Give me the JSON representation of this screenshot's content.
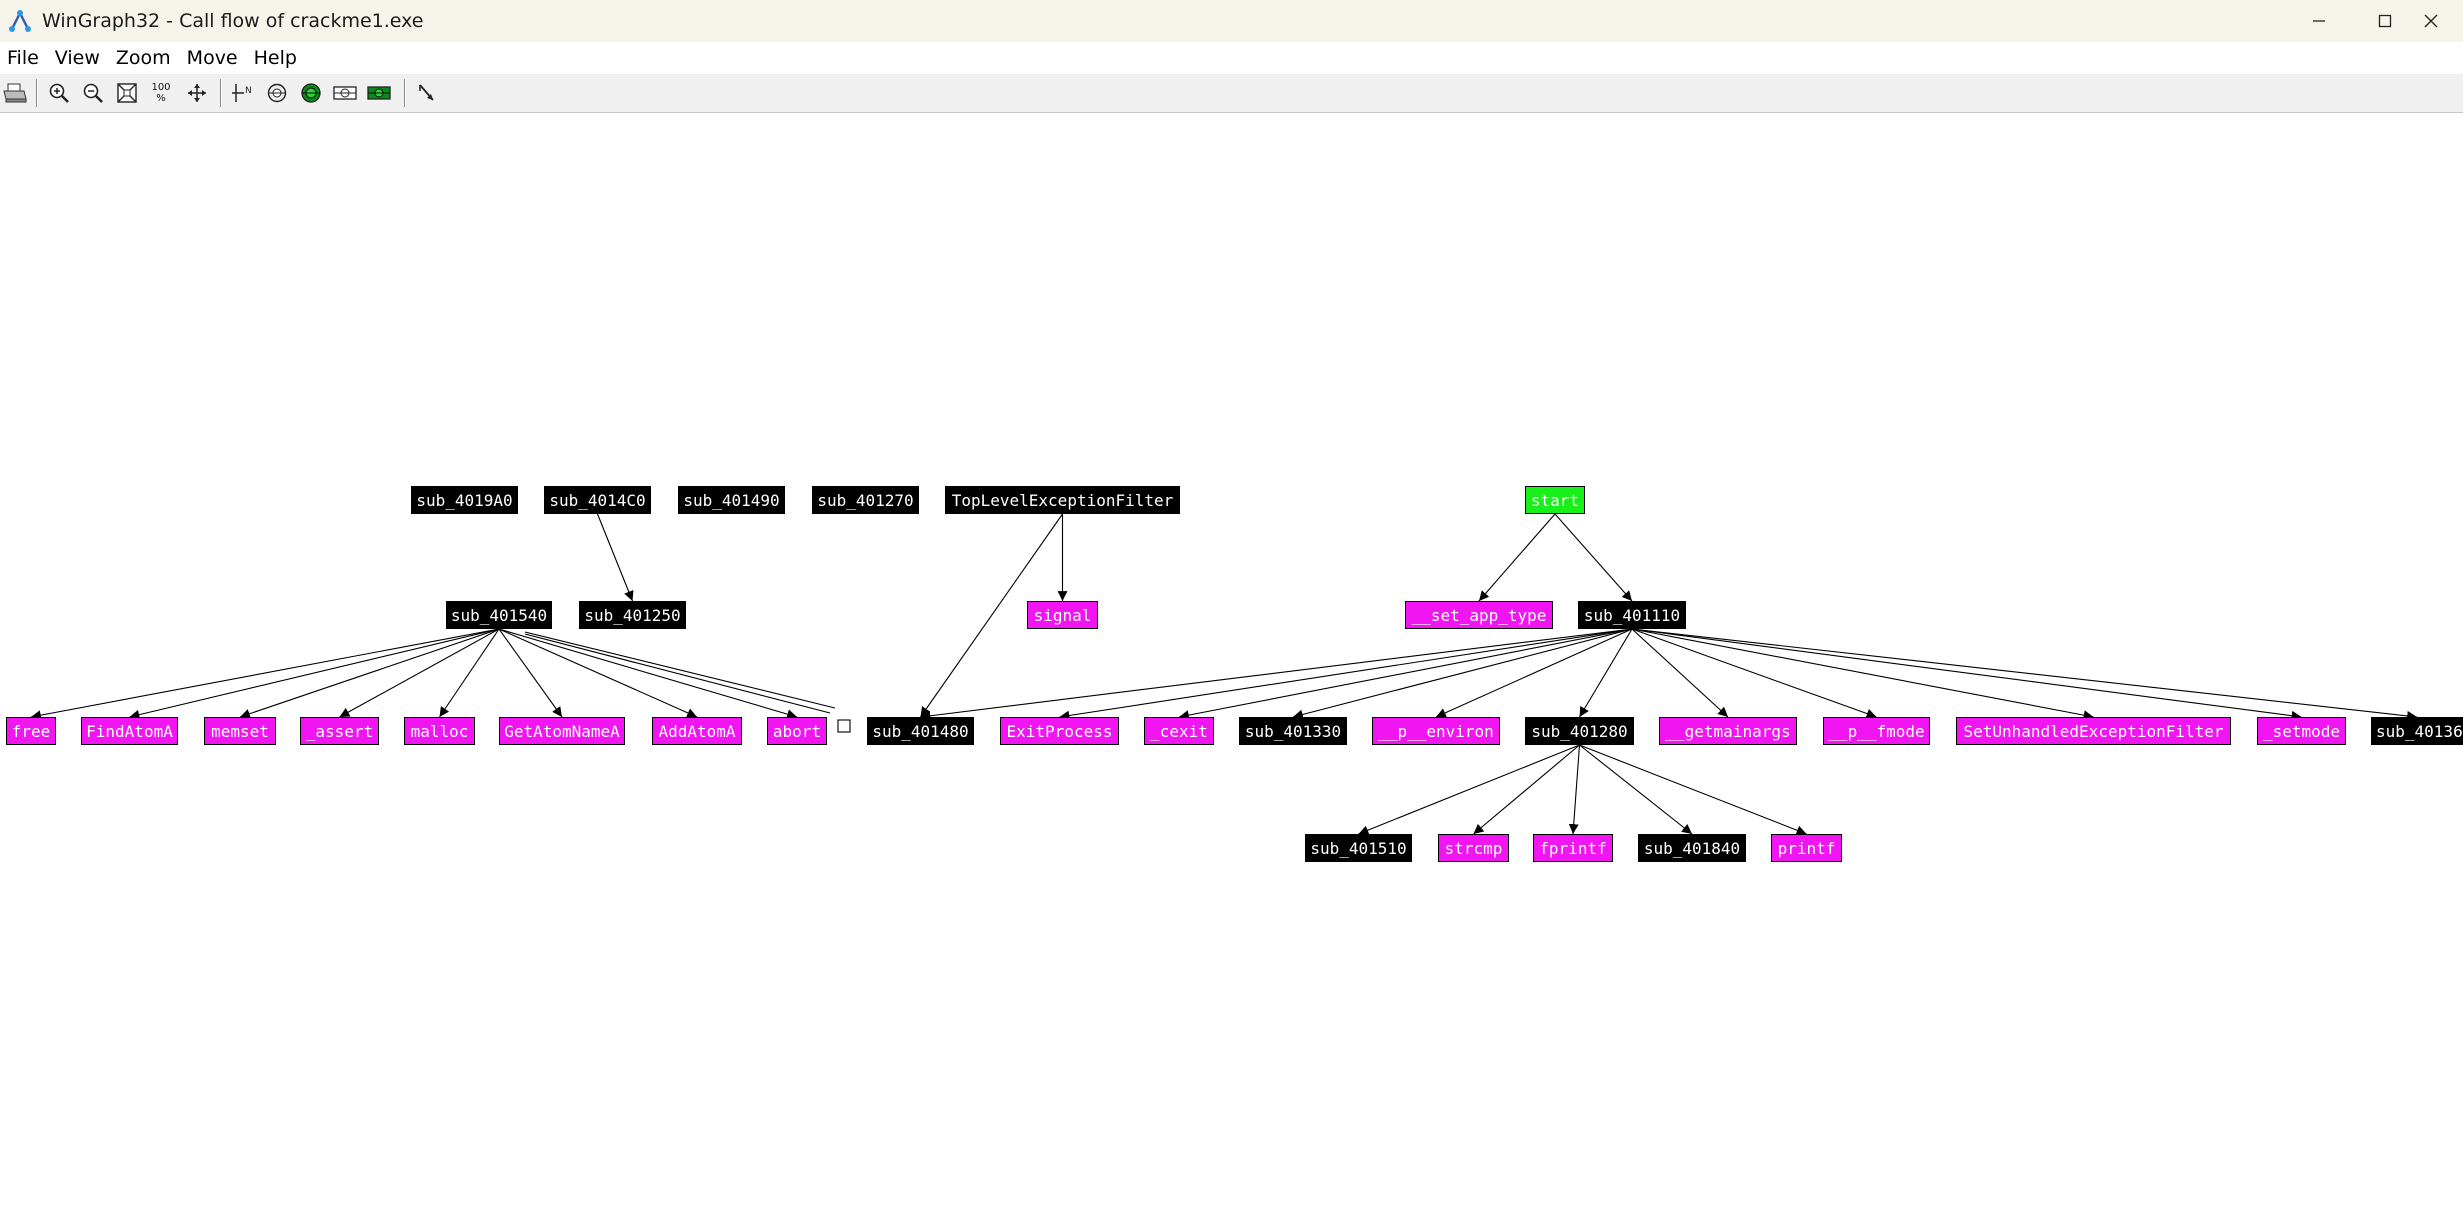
{
  "window": {
    "title": "WinGraph32 - Call flow of crackme1.exe",
    "icon": "wingraph-app-icon",
    "controls": [
      "minimize-icon",
      "maximize-icon",
      "close-icon"
    ]
  },
  "menu": [
    "File",
    "View",
    "Zoom",
    "Move",
    "Help"
  ],
  "toolbar": {
    "buttons": [
      {
        "name": "print-button",
        "icon": "printer-icon"
      },
      {
        "name": "zoom-in-button",
        "icon": "zoom-in-icon"
      },
      {
        "name": "zoom-out-button",
        "icon": "zoom-out-icon"
      },
      {
        "name": "fit-window-button",
        "icon": "fit-icon"
      },
      {
        "name": "zoom-100-button",
        "icon": "zoom-100-icon",
        "label_top": "100",
        "label_bottom": "%"
      },
      {
        "name": "center-button",
        "icon": "crosshair-icon"
      },
      {
        "name": "layout-button",
        "icon": "layout-icon"
      },
      {
        "name": "orbit-button",
        "icon": "orbit-icon"
      },
      {
        "name": "radar-button",
        "icon": "radar-icon"
      },
      {
        "name": "select-button",
        "icon": "select-icon"
      },
      {
        "name": "follow-button",
        "icon": "follow-icon"
      },
      {
        "name": "arrow-tool-button",
        "icon": "arrow-tool-icon"
      }
    ]
  },
  "colors": {
    "library_function": "#f116f1",
    "entry_point": "#19f019",
    "user_function": "#000000"
  },
  "graph": {
    "nodes": {
      "n_sub_4019A0": {
        "label": "sub_4019A0",
        "kind": "black"
      },
      "n_sub_4014C0": {
        "label": "sub_4014C0",
        "kind": "black"
      },
      "n_sub_401490": {
        "label": "sub_401490",
        "kind": "black"
      },
      "n_sub_401270": {
        "label": "sub_401270",
        "kind": "black"
      },
      "n_toplevel": {
        "label": "TopLevelExceptionFilter",
        "kind": "black"
      },
      "n_start": {
        "label": "start",
        "kind": "green"
      },
      "n_sub_401540": {
        "label": "sub_401540",
        "kind": "black"
      },
      "n_sub_401250": {
        "label": "sub_401250",
        "kind": "black"
      },
      "n_signal": {
        "label": "signal",
        "kind": "pink"
      },
      "n_set_app_type": {
        "label": "__set_app_type",
        "kind": "pink"
      },
      "n_sub_401110": {
        "label": "sub_401110",
        "kind": "black"
      },
      "n_free": {
        "label": "free",
        "kind": "pink"
      },
      "n_findatoma": {
        "label": "FindAtomA",
        "kind": "pink"
      },
      "n_memset": {
        "label": "memset",
        "kind": "pink"
      },
      "n_assert": {
        "label": "_assert",
        "kind": "pink"
      },
      "n_malloc": {
        "label": "malloc",
        "kind": "pink"
      },
      "n_getatomnamea": {
        "label": "GetAtomNameA",
        "kind": "pink"
      },
      "n_addatoma": {
        "label": "AddAtomA",
        "kind": "pink"
      },
      "n_abort": {
        "label": "abort",
        "kind": "pink"
      },
      "n_sub_401480": {
        "label": "sub_401480",
        "kind": "black"
      },
      "n_exitprocess": {
        "label": "ExitProcess",
        "kind": "pink"
      },
      "n_cexit": {
        "label": "_cexit",
        "kind": "pink"
      },
      "n_sub_401330": {
        "label": "sub_401330",
        "kind": "black"
      },
      "n_p_environ": {
        "label": "__p__environ",
        "kind": "pink"
      },
      "n_sub_401280": {
        "label": "sub_401280",
        "kind": "black"
      },
      "n_getmainargs": {
        "label": "__getmainargs",
        "kind": "pink"
      },
      "n_p_fmode": {
        "label": "__p__fmode",
        "kind": "pink"
      },
      "n_setunhandled": {
        "label": "SetUnhandledExceptionFilter",
        "kind": "pink"
      },
      "n_setmode": {
        "label": "_setmode",
        "kind": "pink"
      },
      "n_sub_40136": {
        "label": "sub_40136",
        "kind": "black"
      },
      "n_sub_401510": {
        "label": "sub_401510",
        "kind": "black"
      },
      "n_strcmp": {
        "label": "strcmp",
        "kind": "pink"
      },
      "n_fprintf": {
        "label": "fprintf",
        "kind": "pink"
      },
      "n_sub_401840": {
        "label": "sub_401840",
        "kind": "black"
      },
      "n_printf": {
        "label": "printf",
        "kind": "pink"
      }
    },
    "edges": [
      [
        "n_sub_4014C0",
        "n_sub_401250"
      ],
      [
        "n_toplevel",
        "n_signal"
      ],
      [
        "n_toplevel",
        "n_sub_401480"
      ],
      [
        "n_start",
        "n_set_app_type"
      ],
      [
        "n_start",
        "n_sub_401110"
      ],
      [
        "n_sub_401540",
        "n_free"
      ],
      [
        "n_sub_401540",
        "n_findatoma"
      ],
      [
        "n_sub_401540",
        "n_memset"
      ],
      [
        "n_sub_401540",
        "n_assert"
      ],
      [
        "n_sub_401540",
        "n_malloc"
      ],
      [
        "n_sub_401540",
        "n_getatomnamea"
      ],
      [
        "n_sub_401540",
        "n_addatoma"
      ],
      [
        "n_sub_401540",
        "n_abort"
      ],
      [
        "n_sub_401110",
        "n_sub_401480"
      ],
      [
        "n_sub_401110",
        "n_exitprocess"
      ],
      [
        "n_sub_401110",
        "n_cexit"
      ],
      [
        "n_sub_401110",
        "n_sub_401330"
      ],
      [
        "n_sub_401110",
        "n_p_environ"
      ],
      [
        "n_sub_401110",
        "n_sub_401280"
      ],
      [
        "n_sub_401110",
        "n_getmainargs"
      ],
      [
        "n_sub_401110",
        "n_p_fmode"
      ],
      [
        "n_sub_401110",
        "n_setunhandled"
      ],
      [
        "n_sub_401110",
        "n_setmode"
      ],
      [
        "n_sub_401110",
        "n_sub_40136"
      ],
      [
        "n_sub_401280",
        "n_sub_401510"
      ],
      [
        "n_sub_401280",
        "n_strcmp"
      ],
      [
        "n_sub_401280",
        "n_fprintf"
      ],
      [
        "n_sub_401280",
        "n_sub_401840"
      ],
      [
        "n_sub_401280",
        "n_printf"
      ]
    ]
  }
}
